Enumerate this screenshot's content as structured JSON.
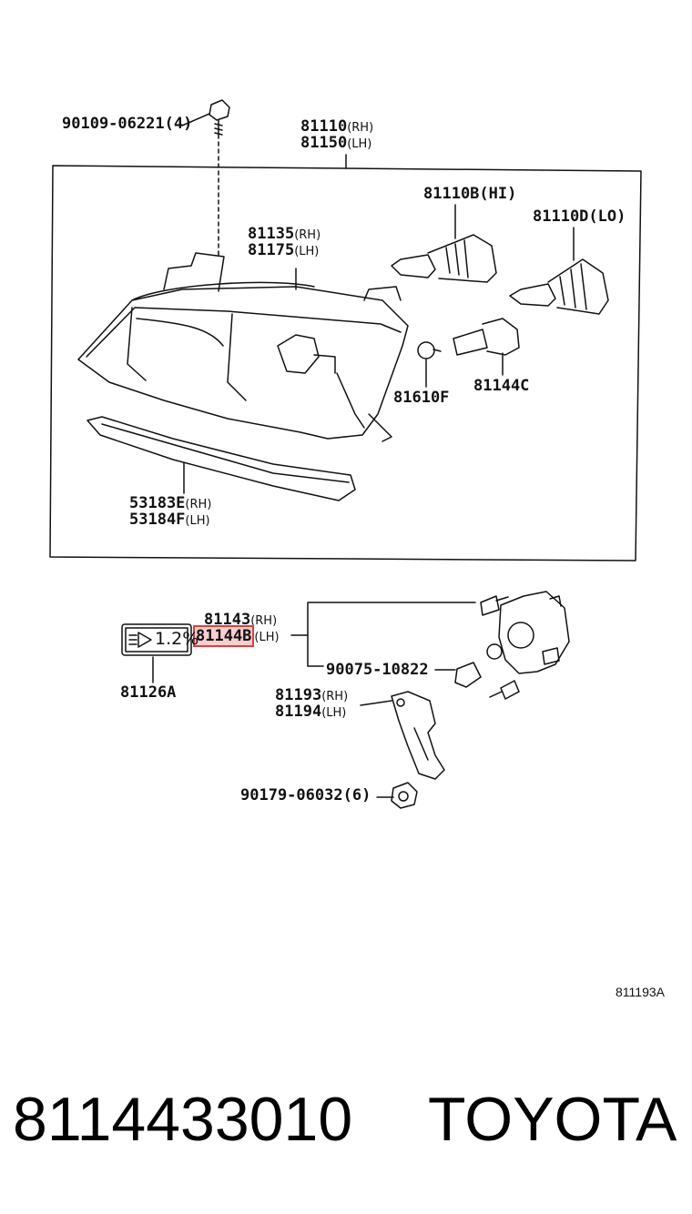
{
  "diagram": {
    "labels": {
      "screw_top": "90109-06221",
      "screw_top_qty": "(4)",
      "headlamp_rh": "81110",
      "headlamp_rh_side": "RH",
      "headlamp_lh": "81150",
      "headlamp_lh_side": "LH",
      "bulb_hi": "81110B",
      "bulb_hi_tag": "(HI)",
      "bulb_lo": "81110D",
      "bulb_lo_tag": "(LO)",
      "lens_rh": "81135",
      "lens_rh_side": "RH",
      "lens_lh": "81175",
      "lens_lh_side": "LH",
      "small_bulb": "81610F",
      "socket": "81144C",
      "mold_rh": "53183E",
      "mold_rh_side": "RH",
      "mold_lh": "53184F",
      "mold_lh_side": "LH",
      "leveler_rh": "81143",
      "leveler_rh_side": "RH",
      "leveler_lh": "81144B",
      "leveler_lh_side": "LH",
      "label_plate": "81126A",
      "label_plate_text": "1.2%",
      "plug": "90075-10822",
      "bracket_rh": "81193",
      "bracket_rh_side": "RH",
      "bracket_lh": "81194",
      "bracket_lh_side": "LH",
      "nut": "90179-06032",
      "nut_qty": "(6)"
    },
    "diagram_code": "811193A"
  },
  "footer": {
    "part_number": "8114433010",
    "brand": "TOYOTA"
  }
}
